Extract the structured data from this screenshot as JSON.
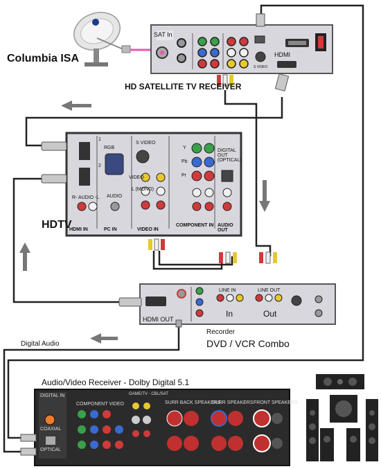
{
  "labels": {
    "location": "Columbia ISA",
    "sat_receiver": "HD  SATELLITE TV RECEIVER",
    "hdtv": "HDTV",
    "recorder": "Recorder",
    "dvd_vcr": "DVD / VCR Combo",
    "digital_audio": "Digital Audio",
    "av_receiver": "Audio/Video Receiver - Dolby Digital 5.1"
  },
  "sat_panel": {
    "sat_in": "SAT In",
    "hdmi": "HDMI",
    "svideo": "S VIDEO"
  },
  "tv_panel": {
    "rgb": "RGB",
    "svideo": "S VIDEO",
    "video": "VIDEO",
    "audio": "AUDIO",
    "r_audio_l": "R- AUDIO -L",
    "hdmi_in": "HDMI  IN",
    "pc_in": "PC  IN",
    "video_in": "VIDEO  IN",
    "component_in": "COMPONENT  IN",
    "audio_out": "AUDIO OUT",
    "digital_out": "DIGITAL OUT (OPTICAL)",
    "y": "Y",
    "pb": "Pb",
    "pr": "Pr",
    "mono": "L (MONO)",
    "port1": "1",
    "port2": "2"
  },
  "dvd_panel": {
    "hdmi_out": "HDMI OUT",
    "in": "In",
    "out": "Out",
    "line_in": "LINE IN",
    "line_out": "LINE OUT"
  },
  "avr_panel": {
    "digital_in": "DIGITAL IN",
    "coaxial": "COAXIAL",
    "optical": "OPTICAL",
    "component_video": "COMPONENT VIDEO",
    "surr_back": "SURR BACK SPEAKERS",
    "surr": "SURR SPEAKERS",
    "front": "FRONT SPEAKERS",
    "game": "GAME/TV - CBL/SAT"
  },
  "colors": {
    "panel_light": "#d9d7de",
    "panel_dark": "#2b2b2b",
    "cable": "#222222",
    "arrow": "#777777",
    "hdmi_plug": "#c8c8c8"
  }
}
